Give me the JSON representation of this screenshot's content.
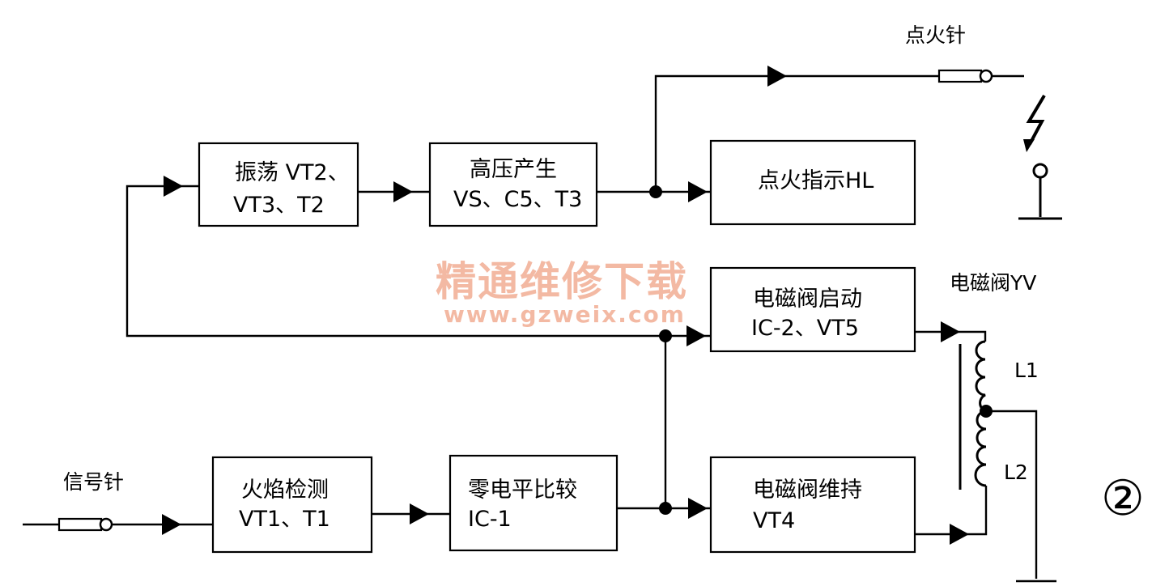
{
  "blocks": {
    "oscillation": {
      "line1": "振荡 VT2、",
      "line2": "VT3、T2"
    },
    "high_voltage": {
      "line1": "高压产生",
      "line2": "VS、C5、T3"
    },
    "ignition_indicator": {
      "line1": "点火指示HL"
    },
    "valve_start": {
      "line1": "电磁阀启动",
      "line2": "IC-2、VT5"
    },
    "flame_detect": {
      "line1": "火焰检测",
      "line2": "VT1、T1"
    },
    "zero_compare": {
      "line1": "零电平比较",
      "line2": "IC-1"
    },
    "valve_hold": {
      "line1": "电磁阀维持",
      "line2": "VT4"
    }
  },
  "labels": {
    "ignition_needle": "点火针",
    "signal_needle": "信号针",
    "solenoid_valve": "电磁阀YV",
    "coil_l1": "L1",
    "coil_l2": "L2",
    "figure_number": "②"
  },
  "watermark": {
    "title": "精通维修下载",
    "url": "www.gzweix.com"
  }
}
